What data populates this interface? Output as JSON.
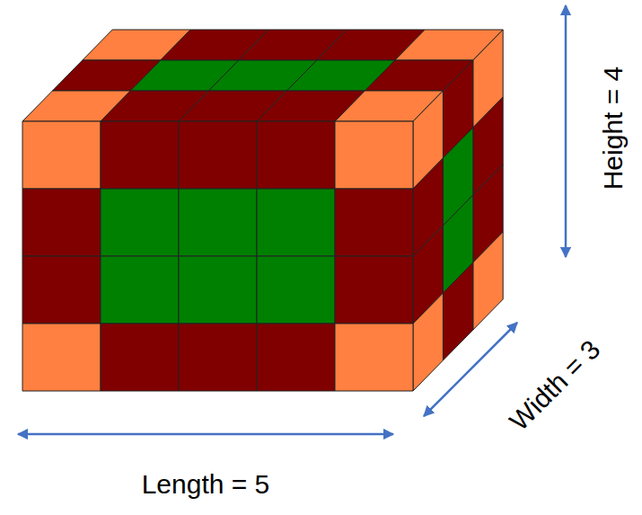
{
  "diagram": {
    "labels": [
      "Height = 4",
      "Width = 3",
      "Length = 5"
    ]
  }
}
